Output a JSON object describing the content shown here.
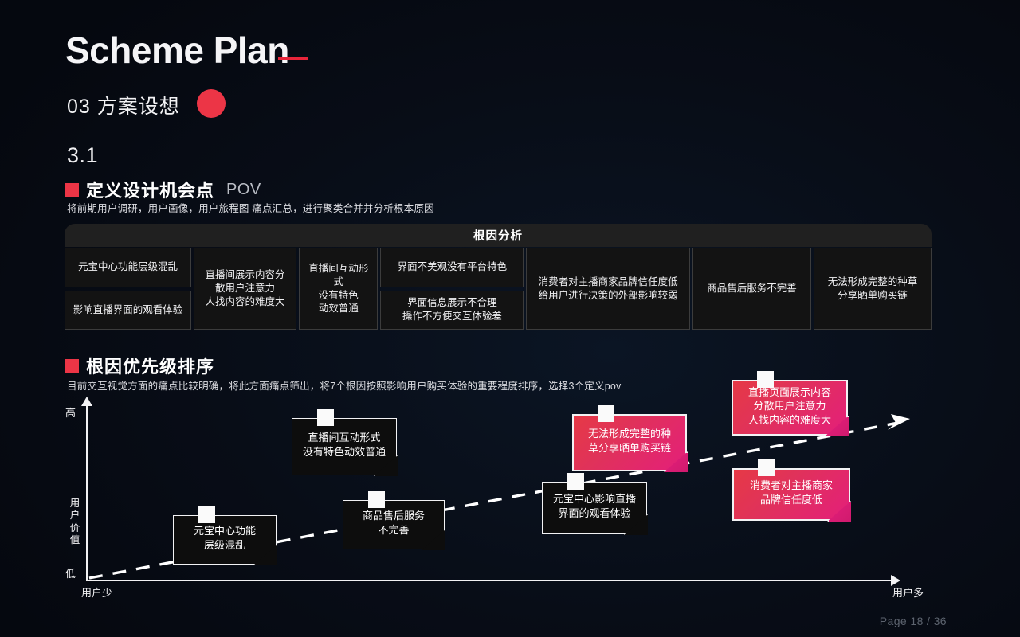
{
  "header": {
    "title_en": "Scheme Plan",
    "subtitle_zh": "03 方案设想",
    "accent_color": "#ec3546"
  },
  "section": {
    "number": "3.1",
    "pov": {
      "heading_zh": "定义设计机会点",
      "heading_en": "POV",
      "description": "将前期用户调研，用户画像，用户旅程图 痛点汇总，进行聚类合并并分析根本原因"
    },
    "ranking": {
      "heading_zh": "根因优先级排序",
      "description": "目前交互视觉方面的痛点比较明确，将此方面痛点筛出，将7个根因按照影响用户购买体验的重要程度排序，选择3个定义pov"
    }
  },
  "root_cause_table": {
    "header_label": "根因分析",
    "columns": [
      {
        "cells": [
          "元宝中心功能层级混乱",
          "影响直播界面的观看体验"
        ]
      },
      {
        "cells": [
          "直播间展示内容分\n散用户注意力\n人找内容的难度大"
        ]
      },
      {
        "cells": [
          "直播间互动形式\n没有特色\n动效普通"
        ]
      },
      {
        "cells": [
          "界面不美观没有平台特色",
          "界面信息展示不合理\n操作不方便交互体验差"
        ]
      },
      {
        "cells": [
          "消费者对主播商家品牌信任度低\n给用户进行决策的外部影响较弱"
        ]
      },
      {
        "cells": [
          "商品售后服务不完善"
        ]
      },
      {
        "cells": [
          "无法形成完整的种草\n分享晒单购买链"
        ]
      }
    ]
  },
  "chart_data": {
    "type": "scatter",
    "title": "根因优先级排序",
    "xlabel": "用户",
    "ylabel": "用户价值",
    "x_ticks": [
      "用户少",
      "用户多"
    ],
    "y_ticks": [
      "低",
      "高"
    ],
    "grid": false,
    "legend": "none",
    "trend": "dashed ascending arrow from lower-left to upper-right",
    "points": [
      {
        "label": "元宝中心功能\n层级混乱",
        "style": "dark",
        "x": 0.17,
        "y": 0.25
      },
      {
        "label": "商品售后服务\n不完善",
        "style": "dark",
        "x": 0.38,
        "y": 0.34
      },
      {
        "label": "直播间互动形式\n没有特色动效普通",
        "style": "dark",
        "x": 0.33,
        "y": 0.72
      },
      {
        "label": "元宝中心影响直播\n界面的观看体验",
        "style": "dark",
        "x": 0.63,
        "y": 0.45
      },
      {
        "label": "无法形成完整的种\n草分享晒单购买链",
        "style": "pink",
        "x": 0.7,
        "y": 0.73
      },
      {
        "label": "消费者对主播商家\n品牌信任度低",
        "style": "pink",
        "x": 0.9,
        "y": 0.52
      },
      {
        "label": "直播页面展示内容\n分散用户注意力\n人找内容的难度大",
        "style": "pink",
        "x": 0.89,
        "y": 0.8
      }
    ]
  },
  "footer": {
    "page_indicator": "Page 18 / 36"
  }
}
